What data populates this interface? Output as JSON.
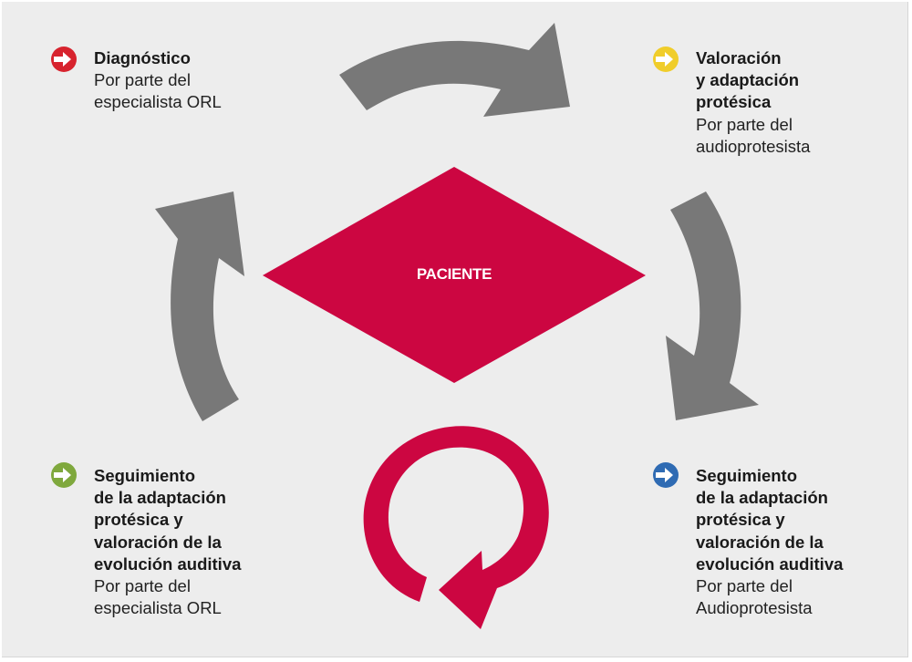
{
  "center": {
    "label": "PACIENTE",
    "color": "#cc0641"
  },
  "arrow_color": "#787878",
  "loop_color": "#cc0641",
  "steps": [
    {
      "id": "diagnostico",
      "icon": "arrow-right-circle-icon",
      "icon_color": "#d7232e",
      "title": "Diagnóstico",
      "subtitle": "Por parte del\nespecialista ORL"
    },
    {
      "id": "valoracion",
      "icon": "arrow-right-circle-icon",
      "icon_color": "#f0cd2a",
      "title": "Valoración\ny adaptación\nprotésica",
      "subtitle": "Por parte del\naudioprotesista"
    },
    {
      "id": "seguimiento-audioprotesista",
      "icon": "arrow-right-circle-icon",
      "icon_color": "#2f6bb3",
      "title": "Seguimiento\nde la adaptación\nprotésica y\nvaloración de la\nevolución auditiva",
      "subtitle": "Por parte del\nAudioprotesista"
    },
    {
      "id": "seguimiento-orl",
      "icon": "arrow-right-circle-icon",
      "icon_color": "#7fa83d",
      "title": "Seguimiento\nde la adaptación\nprotésica y\nvaloración de la\nevolución auditiva",
      "subtitle": "Por parte del\nespecialista ORL"
    }
  ]
}
